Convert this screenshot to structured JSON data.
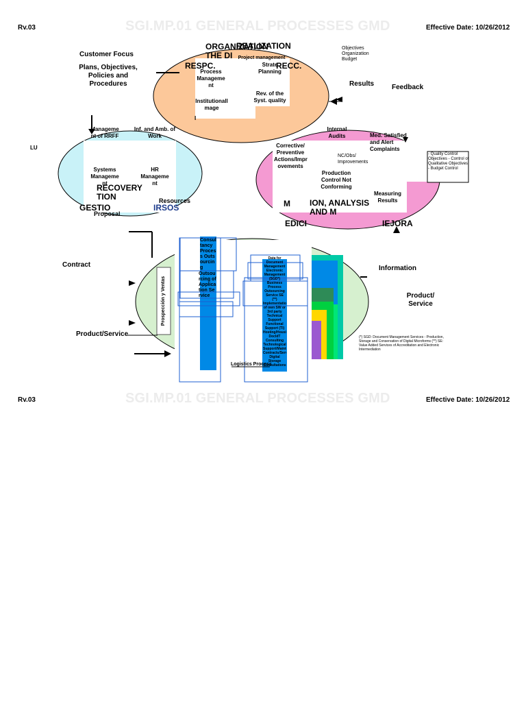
{
  "header": {
    "revision": "Rv.03",
    "title": "SGI.MP.01 GENERAL PROCESSES GMD",
    "effective_date": "Effective Date: 10/26/2012"
  },
  "footer": {
    "revision": "Rv.03",
    "title": "SGI.MP.01 GENERAL PROCESSES GMD",
    "effective_date": "Effective Date: 10/26/2012"
  },
  "top_cycle": {
    "customer_focus": "Customer Focus",
    "plans": "Plans, Objectives, Policies and Procedures",
    "title_overlap_a": "ORGANIZATION",
    "title_overlap_b": "REALIZATION",
    "title_the_di": "THE DI",
    "respc": "RESPC.",
    "recc": "RECC.",
    "project_management": "Project management",
    "process_management": "Process Manageme nt",
    "strategic_planning": "Strate Planning",
    "institutional_image": "Institutionall mage",
    "rev_quality": "Rev. of the Syst. quality",
    "objectives_list": "Objectives Organization Budget",
    "results": "Results",
    "feedback": "Feedback",
    "pipe": "I"
  },
  "left_cycle": {
    "lu": "LU",
    "management_rrff": "Manageme nt of RRFF",
    "inf_amb": "Inf. and Amb. of Work",
    "systems_management": "Systems Manageme nt",
    "hr_management": "HR Manageme nt",
    "recovery": "RECOVERY",
    "tion": "TION",
    "resources": "Resources",
    "gestio": "GESTIO",
    "rsos": "IRSOS",
    "proposal": "Proposal"
  },
  "right_cycle": {
    "internal_audits": "Internal Audits",
    "med_satisfaction": "Med. Satisfied and Alert Complaints",
    "corrective": "Corrective/ Preventive Actions/Impr ovements",
    "nc_obs": "NC/Obs/ Improvements",
    "production_control": "Production Control Not Conforming",
    "measuring_results": "Measuring Results",
    "quality_box": "- Quality Control Objectives - Control of Qualitative Objectives - Budget Control",
    "measurement_a": "M",
    "measurement_b": "ION, ANALYSIS AND M",
    "mejora": "IEJORA",
    "medicion": "EDICI"
  },
  "bottom_cycle": {
    "contract": "Contract",
    "information": "Information",
    "product_service_right": "Product/ Service",
    "product_service_left": "Product/Service",
    "prospeccion": "Prospección y Ventas",
    "consultancy": "Consultancy Process Outsourcing",
    "outsourcing_app": "Outsourcing of Application Service",
    "logistics_process": "Logistics Process",
    "center_column": "Data for Document Management Electronic Management (SGD*) Business Process Outsourcing Service SE (**) Implementation of own SW or 3rd party Technical Support Functional Support (TI) Hosting/Housing DocIdT Consulting Technological Support/Maintenance Contracts/Services Digital Storage Consultations",
    "footnote": "(*) SGD: Document Management Services - Production, Storage and Conservation of Digital Microforms (**) SE: Value Added Services of Accreditation and Electronic Intermediation"
  },
  "colors": {
    "orange": "#fcc89a",
    "cyan": "#c9f2f8",
    "pink": "#f49ad2",
    "green_light": "#d6f0cf",
    "blue": "#0089e6"
  }
}
